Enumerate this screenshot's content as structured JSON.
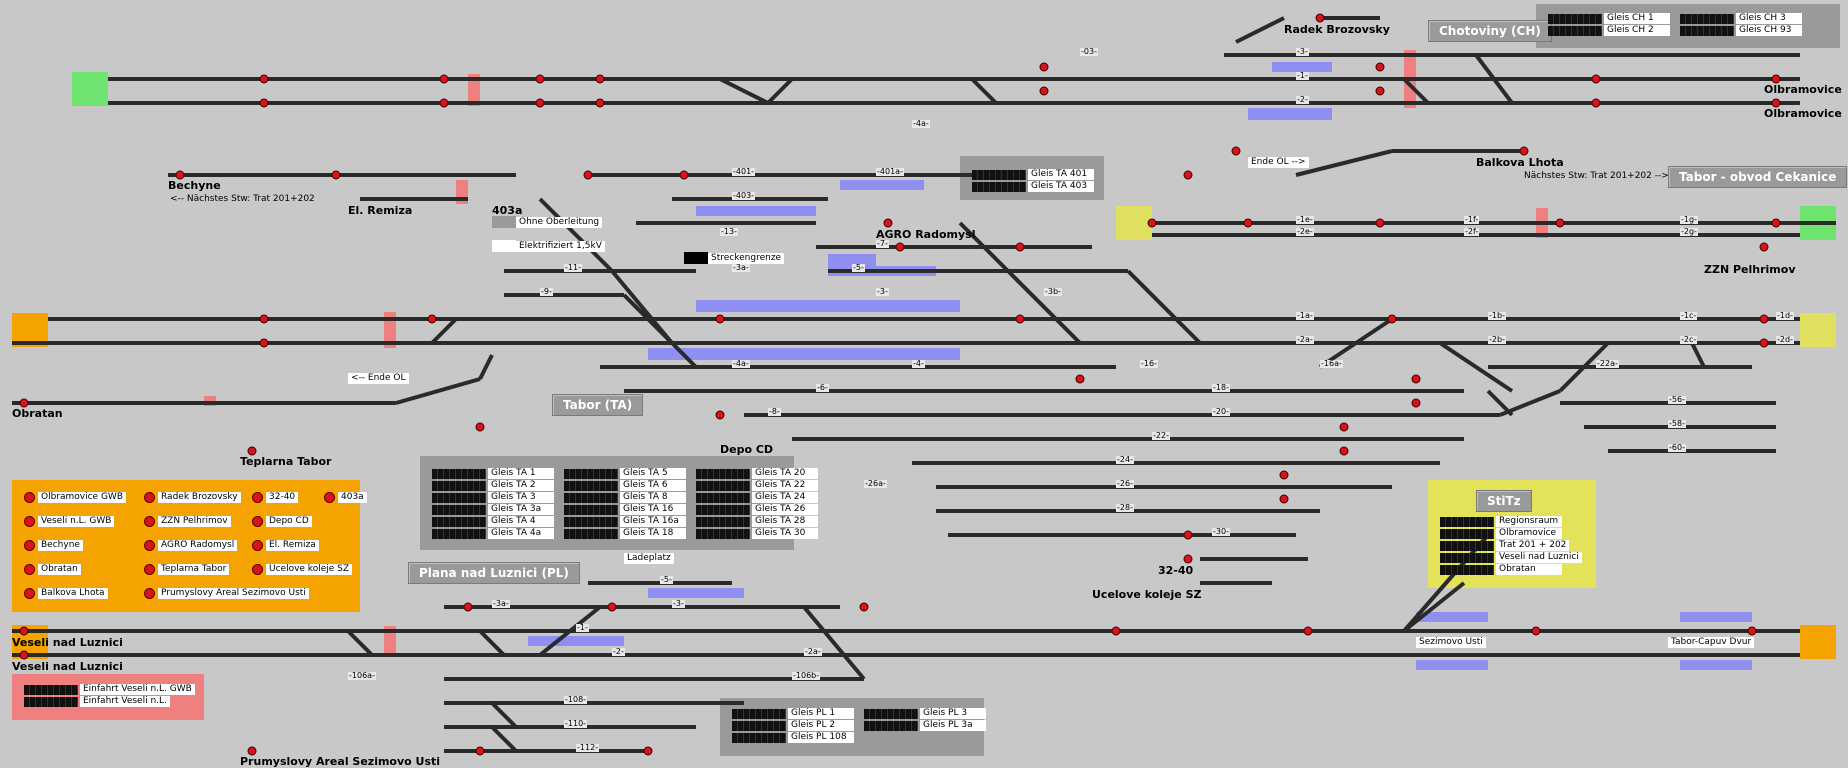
{
  "stations": {
    "obraman_top": "Olbramovice",
    "obraman_bottom": "Olbramovice",
    "radek": "Radek Brozovsky",
    "chotoviny": "Chotoviny (CH)",
    "bechyne": "Bechyne",
    "bechyne_next": "<-- Nächstes Stw: Trat 201+202",
    "el_remiza": "El. Remiza",
    "label_403a": "403a",
    "ohne_oberleitung": "Ohne Oberleitung",
    "elektrifiziert": "Elektrifiziert 1,5kV",
    "streckengrenze": "Streckengrenze",
    "agro": "AGRO Radomysl",
    "balkova": "Balkova Lhota",
    "balkova_next": "Nächstes Stw: Trat 201+202 -->",
    "ende_ol_right": "Ende OL -->",
    "ende_ol_left": "<-- Ende OL",
    "tabor_cekanice": "Tabor - obvod Cekanice",
    "zzn": "ZZN Pelhrimov",
    "obratan": "Obratan",
    "teplarna": "Teplarna Tabor",
    "tabor_ta": "Tabor (TA)",
    "depo": "Depo CD",
    "stitz": "StiTz",
    "label_32_40": "32-40",
    "ucelove": "Ucelove koleje SZ",
    "plana": "Plana nad Luznici (PL)",
    "ladeplatz": "Ladeplatz",
    "veseli_1": "Veseli nad Luznici",
    "veseli_2": "Veseli nad Luznici",
    "prumyslovy": "Prumyslovy Areal Sezimovo Usti",
    "sezimovo": "Sezimovo Usti",
    "tabor_capuv": "Tabor-Capuv Dvur"
  },
  "gleis_ch": [
    "Gleis CH 1",
    "Gleis CH 2",
    "Gleis CH 3",
    "Gleis CH 93"
  ],
  "gleis_ta_top": [
    "Gleis TA 401",
    "Gleis TA 403"
  ],
  "gleis_ta_col1": [
    "Gleis TA 1",
    "Gleis TA 2",
    "Gleis TA 3",
    "Gleis TA 3a",
    "Gleis TA 4",
    "Gleis TA 4a"
  ],
  "gleis_ta_col2": [
    "Gleis TA 5",
    "Gleis TA 6",
    "Gleis TA 8",
    "Gleis TA 16",
    "Gleis TA 16a",
    "Gleis TA 18"
  ],
  "gleis_ta_col3": [
    "Gleis TA 20",
    "Gleis TA 22",
    "Gleis TA 24",
    "Gleis TA 26",
    "Gleis TA 28",
    "Gleis TA 30"
  ],
  "gleis_pl_col1": [
    "Gleis PL 1",
    "Gleis PL 2",
    "Gleis PL 108"
  ],
  "gleis_pl_col2": [
    "Gleis PL 3",
    "Gleis PL 3a"
  ],
  "stitz_items": [
    "Regionsraum",
    "Olbramovice",
    "Trat 201 + 202",
    "Veseli nad Luznici",
    "Obratan"
  ],
  "einfahrt": [
    "Einfahrt Veseli n.L. GWB",
    "Einfahrt Veseli n.L."
  ],
  "legend": {
    "col1": [
      "Olbramovice GWB",
      "Veseli n.L. GWB",
      "Bechyne",
      "Obratan",
      "Balkova Lhota"
    ],
    "col2": [
      "Radek Brozovsky",
      "ZZN Pelhrimov",
      "AGRO Radomysl",
      "Teplarna Tabor",
      "Prumyslovy Areal Sezimovo Usti"
    ],
    "col3": [
      "32-40",
      "Depo CD",
      "El. Remiza",
      "Ucelove koleje SZ"
    ],
    "col4": [
      "403a"
    ]
  },
  "track_labels": {
    "t03": "-03-",
    "t3": "-3-",
    "t1": "-1-",
    "t2": "-2-",
    "t4a": "-4a-",
    "t401": "-401-",
    "t401a": "-401a-",
    "t403": "-403-",
    "t13": "-13-",
    "t11": "-11-",
    "t9": "-9-",
    "t7": "-7-",
    "t5": "-5-",
    "t3b": "-3-",
    "t3bb": "-3b-",
    "t3a": "-3a-",
    "t1a": "-1a-",
    "t1b": "-1b-",
    "t1c": "-1c-",
    "t1d": "-1d-",
    "t2a": "-2a-",
    "t2b": "-2b-",
    "t2c": "-2c-",
    "t2d": "-2d-",
    "t1e": "-1e-",
    "t1f": "-1f-",
    "t1g": "-1g-",
    "t2e": "-2e-",
    "t2f": "-2f-",
    "t2g": "-2g-",
    "t16": "-16-",
    "t16a": "-16a-",
    "t18": "-18-",
    "t20": "-20-",
    "t22": "-22-",
    "t22a": "-22a-",
    "t24": "-24-",
    "t26": "-26-",
    "t26a": "-26a-",
    "t28": "-28-",
    "t30": "-30-",
    "t56": "-56-",
    "t58": "-58-",
    "t60": "-60-",
    "t4": "-4-",
    "t4a2": "-4a-",
    "t6": "-6-",
    "t8": "-8-",
    "t106a": "-106a-",
    "t106b": "-106b-",
    "t108": "-108-",
    "t110": "-110-",
    "t112": "-112-",
    "pl1": "-1-",
    "pl2": "-2-",
    "pl2a": "-2a-",
    "pl3": "-3-",
    "pl3a": "-3a-",
    "pl5": "-5-"
  },
  "colors": {
    "background": "#c8c8c8",
    "track": "#2a2a2a",
    "signal_red": "#d8141b",
    "occupied_blue": "#8f8ff2",
    "entry_green": "#6fe36f",
    "entry_orange": "#f5a300",
    "entry_yellow": "#e0e060",
    "stitz_yellow": "#e3e35a",
    "legend_orange": "#f5a300",
    "einfahrt_pink": "#f08080"
  }
}
